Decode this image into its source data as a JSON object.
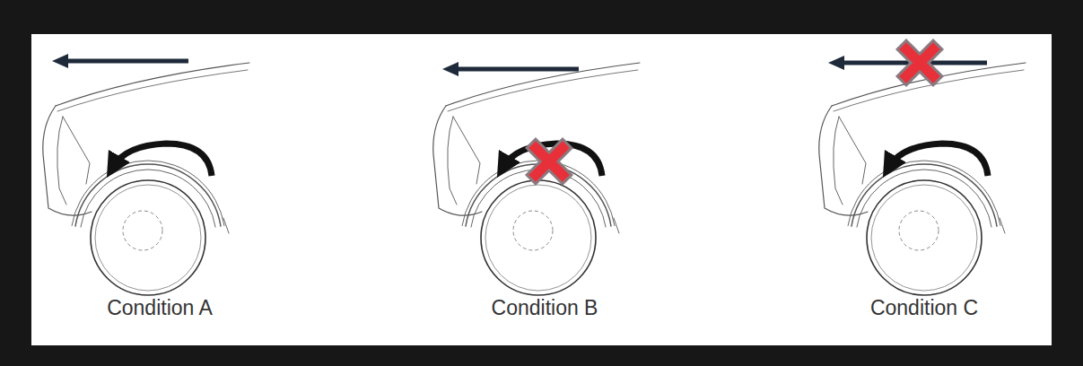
{
  "diagram": {
    "labels": [
      "Condition A",
      "Condition B",
      "Condition C"
    ]
  }
}
